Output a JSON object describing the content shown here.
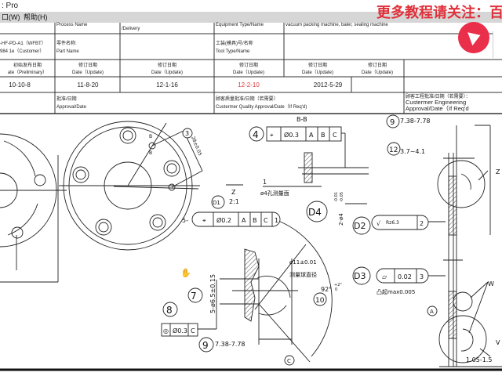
{
  "window": {
    "title": ": Pro"
  },
  "menu": {
    "items": [
      "口(W)",
      "帮助(H)"
    ]
  },
  "watermark": {
    "text": "更多教程请关注：百"
  },
  "title_block": {
    "row1": {
      "process_name": "Process Name",
      "delivery": "/Delivery",
      "equipment_label": "Equipment Type/Name",
      "equipment_value": "vacuum packing machine, baler, sealing machine"
    },
    "row2": {
      "part_no_1": "-HF-PD-A1（WFBT）",
      "part_no_2": "984 1e（Customer）",
      "part_name_cn": "零件名称:",
      "part_name_en": "Part Name",
      "tool_cn": "工装(模具)号/名称",
      "tool_en": "Tool Type/Name"
    },
    "date_headers": [
      {
        "cn": "初始发布日期",
        "en": "ate（Preliminary）"
      },
      {
        "cn": "修订日期",
        "en": "Date（Update)"
      },
      {
        "cn": "修订日期",
        "en": "Date（Update)"
      },
      {
        "cn": "修订日期",
        "en": "Date（Update)"
      },
      {
        "cn": "修订日期",
        "en": "Date（Update)"
      },
      {
        "cn": "修订日期",
        "en": "Date（Update)"
      }
    ],
    "dates": [
      "10-10-8",
      "11-8-20",
      "12-1-16",
      "12-2-10",
      "2012-5-29",
      ""
    ],
    "approvals": {
      "approval_cn": "批准/日期",
      "approval_en": "Approval/Date",
      "quality_cn": "顾客质量批准/日期（若需要）",
      "quality_en": "Custermer Quality Approval/Date（If Req'd)",
      "eng_cn": "顾客工程批准/日期（若需要）：",
      "eng_en": "Custermer Engineering Approval/Date（If Req'd"
    }
  },
  "colors": {
    "highlight_date": "#d9383a",
    "watermark": "#e0303a",
    "menubar": "#d6d6d6"
  },
  "drawing": {
    "bb": "B-B",
    "b1": "B",
    "b2": "B",
    "c3": "3",
    "dim3": "28±0.05",
    "c4": "4",
    "fcf4": [
      "⌖",
      "Ø0.3",
      "A",
      "B",
      "C"
    ],
    "hole_label_1": "1",
    "hole_label_2": "ø4孔测量面",
    "dim_hole": "2-ø4",
    "tol_hole_up": "-0.01",
    "tol_hole_lo": "-0.05",
    "z_label": "Z",
    "z_scale": "2:1",
    "d1": "D1",
    "fcf1": [
      "⌖",
      "Ø0.2",
      "A",
      "B",
      "C",
      "1"
    ],
    "prefix5": "5-",
    "d4": "D4",
    "d2": "D2",
    "rough": "Rz6.3",
    "d2n": "2",
    "d3": "D3",
    "flat": "0.02",
    "d3n": "3",
    "bump": "凸起max0.005",
    "c9": "9",
    "dim9": "7.38-7.78",
    "c12": "12",
    "dim12": "3.7~4.1",
    "zr": "Z",
    "w": "W",
    "v": "V",
    "a": "A",
    "dim_v": "1.05-1.5",
    "ball": "ø11±0.01",
    "ball_cn": "测量球直径",
    "angle": "92°",
    "angle_tol_up": "+2°",
    "angle_tol_lo": "0",
    "c10": "10",
    "c7": "7",
    "dim7": "5-ø6.5±0.15",
    "c8": "8",
    "fcf8": [
      "◎",
      "Ø0.3",
      "C"
    ],
    "c9b": "9",
    "dim9b": "7.38-7.78",
    "c": "C"
  }
}
